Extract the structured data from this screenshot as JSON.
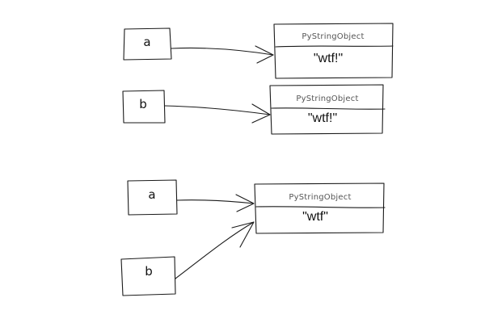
{
  "scenes": [
    {
      "variables": [
        {
          "label": "a",
          "target": 0
        },
        {
          "label": "b",
          "target": 1
        }
      ],
      "objects": [
        {
          "type_name": "PyStringObject",
          "value": "\"wtf!\""
        },
        {
          "type_name": "PyStringObject",
          "value": "\"wtf!\""
        }
      ]
    },
    {
      "variables": [
        {
          "label": "a",
          "target": 0
        },
        {
          "label": "b",
          "target": 0
        }
      ],
      "objects": [
        {
          "type_name": "PyStringObject",
          "value": "\"wtf\""
        }
      ]
    }
  ]
}
